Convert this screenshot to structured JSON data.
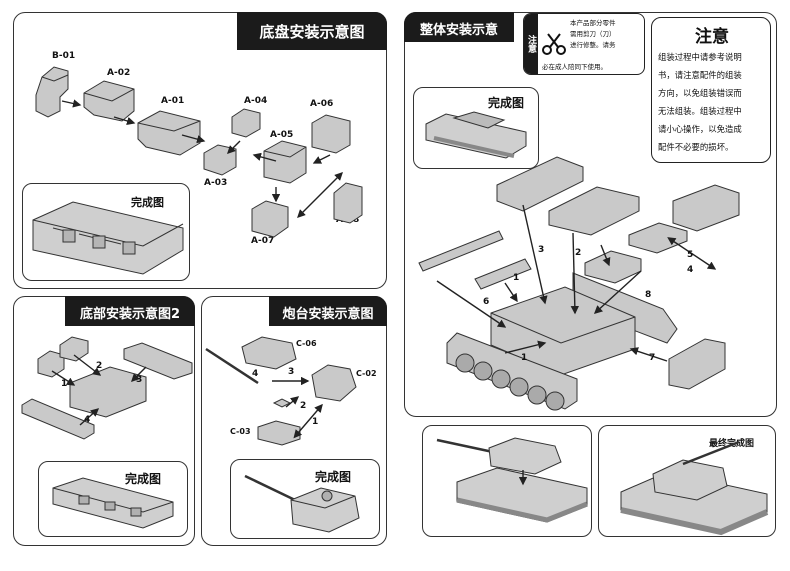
{
  "panels": {
    "chassis": {
      "title": "底盘安装示意图",
      "part_labels": [
        "B-01",
        "A-02",
        "A-01",
        "A-04",
        "A-06",
        "A-05",
        "A-03",
        "A-08",
        "A-07"
      ],
      "done_label": "完成图"
    },
    "bottom": {
      "title": "底部安装示意图2",
      "step_numbers": [
        "2",
        "1",
        "3",
        "4"
      ],
      "done_label": "完成图"
    },
    "turret": {
      "title": "炮台安装示意图",
      "part_labels": [
        "C-06",
        "C-02",
        "C-03"
      ],
      "step_numbers": [
        "4",
        "3",
        "2",
        "1"
      ],
      "done_label": "完成图"
    },
    "overall": {
      "title": "整体安装示意图",
      "done_label": "完成图",
      "step_numbers": [
        "3",
        "2",
        "1",
        "6",
        "5",
        "4",
        "8",
        "1",
        "7"
      ]
    },
    "final": {
      "done_label": "最终完成图"
    }
  },
  "warning": {
    "side_label": "注意",
    "icon": "scissors-icon",
    "lines": [
      "本产品部分零件",
      "需用剪刀（刀）",
      "进行修整。请务",
      "必在成人陪同下使用。"
    ]
  },
  "notice": {
    "title": "注意",
    "lines": [
      "组装过程中请参考说明",
      "书，请注意配件的组装",
      "方向，以免组装错误而",
      "无法组装。组装过程中",
      "请小心操作，以免造成",
      "配件不必要的损坏。"
    ]
  },
  "colors": {
    "tab_bg": "#1b1b1b",
    "part_fill": "#c9c9c9",
    "part_stroke": "#333333"
  }
}
